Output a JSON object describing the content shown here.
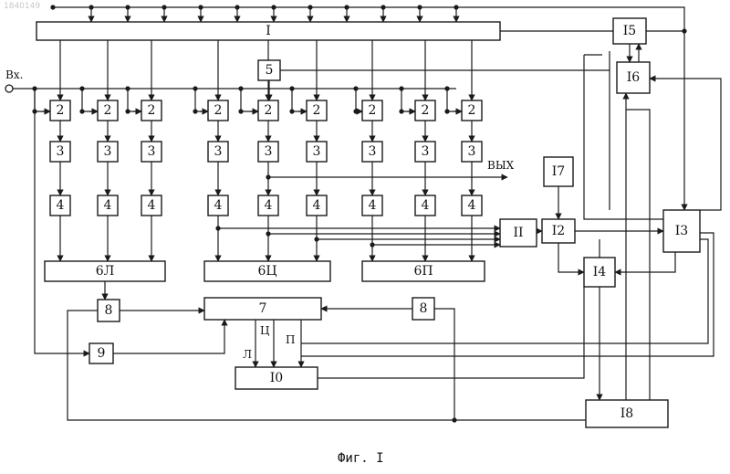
{
  "document_number": "1840149",
  "caption": "Фиг. I",
  "labels": {
    "input": "Вх.",
    "output": "ВЫХ",
    "left": "Л",
    "center": "Ц",
    "right": "П"
  },
  "blocks": {
    "b1": "I",
    "b5": "5",
    "b2": "2",
    "b3": "3",
    "b4": "4",
    "b6L": "6Л",
    "b6C": "6Ц",
    "b6P": "6П",
    "b7": "7",
    "b8": "8",
    "b9": "9",
    "b10": "I0",
    "b11": "II",
    "b12": "I2",
    "b13": "I3",
    "b14": "I4",
    "b15": "I5",
    "b16": "I6",
    "b17": "I7",
    "b18": "I8"
  }
}
